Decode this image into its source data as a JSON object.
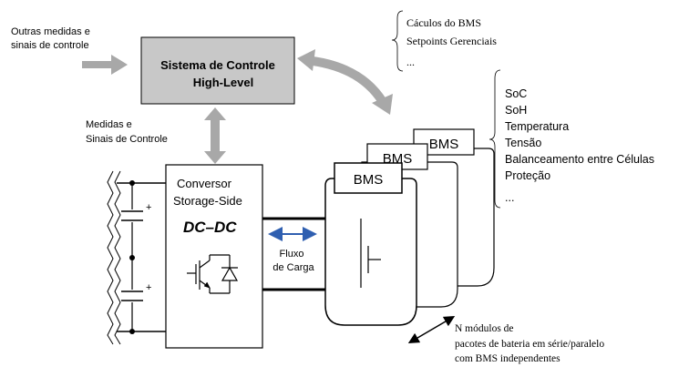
{
  "inputs": {
    "other_measures_line1": "Outras medidas e",
    "other_measures_line2": "sinais de controle"
  },
  "control_system": {
    "title_line1": "Sistema de Controle",
    "title_line2": "High-Level"
  },
  "measures": {
    "line1": "Medidas e",
    "line2": "Sinais de Controle"
  },
  "bms_calcs": {
    "items": [
      "Cáculos do BMS",
      "Setpoints Gerenciais",
      "..."
    ]
  },
  "bms_functions": {
    "items": [
      "SoC",
      "SoH",
      "Temperatura",
      "Tensão",
      "Balanceamento entre Células",
      "Proteção",
      "..."
    ]
  },
  "converter": {
    "line1": "Conversor",
    "line2": "Storage-Side",
    "type_label": "DC–DC"
  },
  "flow": {
    "line1": "Fluxo",
    "line2": "de Carga"
  },
  "battery_packs": {
    "bms_label": "BMS"
  },
  "modules_note": {
    "line1": "N módulos de",
    "line2": "pacotes de bateria em série/paralelo",
    "line3": "com BMS independentes"
  },
  "colors": {
    "control_box_fill": "#c8c8c8",
    "arrow_gray": "#a8a8a8",
    "flow_arrow_blue": "#2f5fb0",
    "line": "#000000"
  }
}
